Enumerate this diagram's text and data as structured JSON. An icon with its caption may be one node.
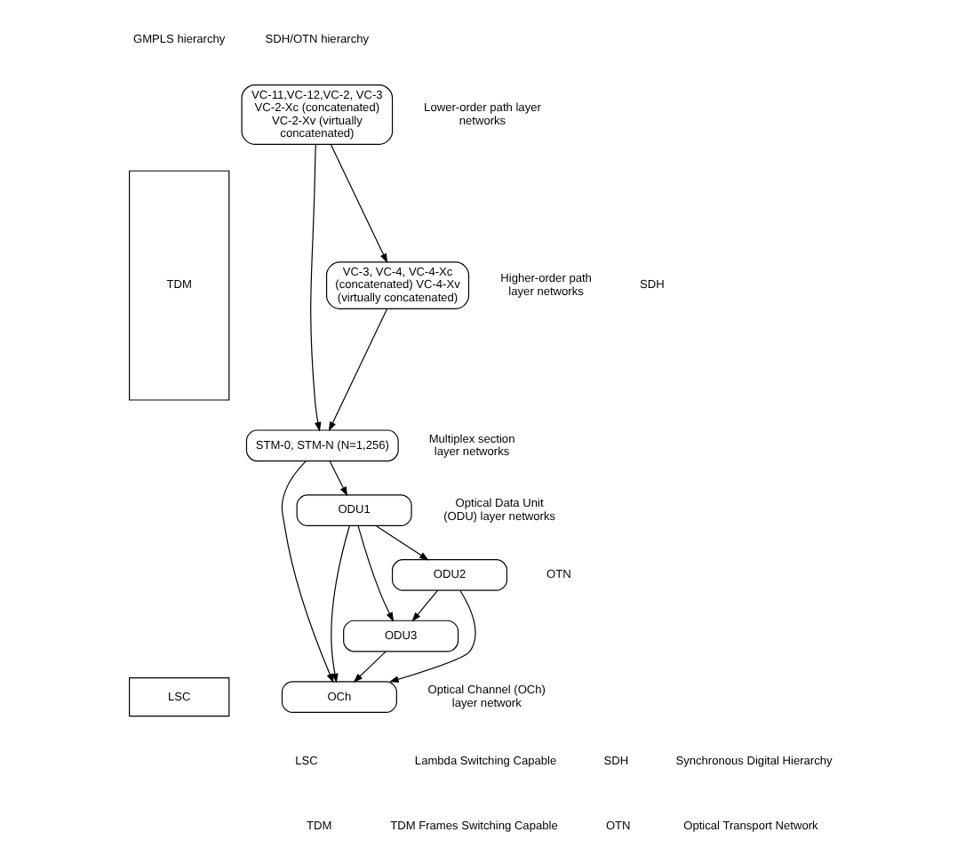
{
  "diagram": {
    "nodes": [
      {
        "text": [
          "TDM"
        ]
      },
      {
        "text": [
          "LSC"
        ]
      },
      {
        "text": [
          "VC-11,VC-12,VC-2, VC-3 VC-2-Xc (concatenated) VC-2-Xv (virtually concatenated)"
        ],
        "beside": [
          "Lower-order path layer networks"
        ]
      },
      {
        "text": [
          "VC-3, VC-4, VC-4-Xc (concatenated) VC-4-Xv (virtually concatenated)"
        ],
        "beside": [
          "Higher-order path layer networks"
        ]
      },
      {
        "text": [
          "STM-0, STM-N (N=1,256)"
        ],
        "beside": [
          "Multiplex section layer networks"
        ]
      },
      {
        "text": [
          "ODU1"
        ],
        "beside": [
          "Optical Data Unit (ODU) layer networks"
        ]
      },
      {
        "text": [
          "ODU2"
        ]
      },
      {
        "text": [
          "ODU3"
        ]
      },
      {
        "text": [
          "OCh"
        ],
        "beside": [
          "Optical Channel (OCh) layer network"
        ]
      }
    ],
    "edges": [
      {
        "from": 2,
        "to": 3,
        "arrow": "to"
      },
      {
        "from": 2,
        "to": 4,
        "arrow": "to"
      },
      {
        "from": 3,
        "to": 4,
        "arrow": "to"
      },
      {
        "from": 4,
        "to": 5,
        "arrow": "to"
      },
      {
        "from": 4,
        "to": 8,
        "arrow": "to"
      },
      {
        "from": 5,
        "to": 8,
        "arrow": "to"
      },
      {
        "from": 5,
        "to": 7,
        "arrow": "to"
      },
      {
        "from": 5,
        "to": 6,
        "arrow": "to"
      },
      {
        "from": 6,
        "to": 7,
        "arrow": "to"
      },
      {
        "from": 7,
        "to": 8,
        "arrow": "to"
      },
      {
        "from": 6,
        "to": 8,
        "arrow": "to"
      }
    ],
    "labels": [
      "GMPLS hierarchy",
      "SDH/OTN hierarchy",
      "SDH",
      "OTN",
      "LSC",
      "Lambda Switching Capable",
      "SDH",
      "Synchronous Digital Hierarchy",
      "TDM",
      "TDM Frames Switching Capable",
      "OTN",
      "Optical Transport Network"
    ]
  }
}
